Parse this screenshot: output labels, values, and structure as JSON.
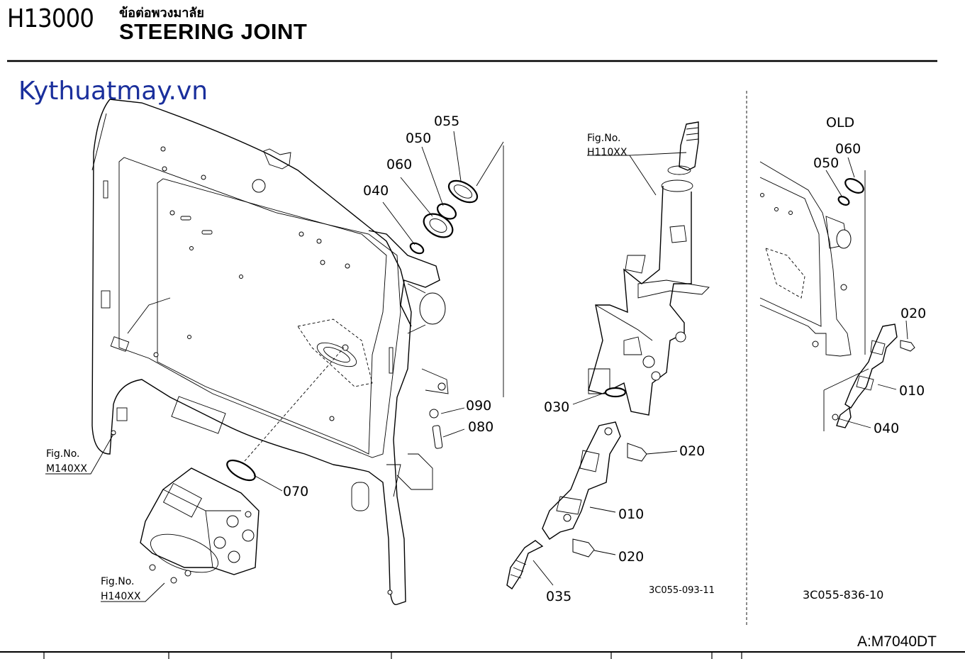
{
  "header": {
    "code": "H13000",
    "title_th": "ข้อต่อพวงมาลัย",
    "title_en": "STEERING JOINT"
  },
  "watermark": "Kythuatmay.vn",
  "model": "A:M7040DT",
  "figure_refs": {
    "m140": {
      "prefix": "Fig.No.",
      "id": "M140XX"
    },
    "h140": {
      "prefix": "Fig.No.",
      "id": "H140XX"
    },
    "h110": {
      "prefix": "Fig.No.",
      "id": "H110XX"
    }
  },
  "parts_main": {
    "p055": "055",
    "p050": "050",
    "p060": "060",
    "p040": "040",
    "p090": "090",
    "p080": "080",
    "p070": "070",
    "p030": "030",
    "p020a": "020",
    "p010": "010",
    "p020b": "020",
    "p035": "035"
  },
  "old_section": {
    "heading": "OLD",
    "p050": "050",
    "p060": "060",
    "p020": "020",
    "p010": "010",
    "p040": "040"
  },
  "drawing_codes": {
    "main": "3C055-093-11",
    "old": "3C055-836-10"
  }
}
